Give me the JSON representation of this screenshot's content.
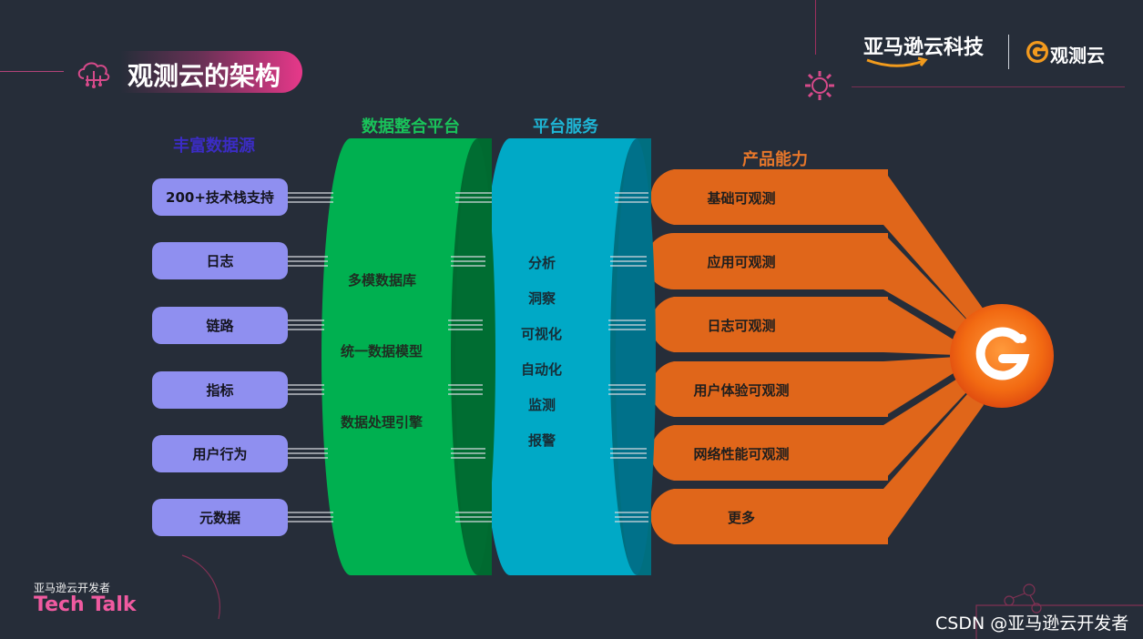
{
  "header": {
    "title": "观测云的架构",
    "brand_aws": "亚马逊云科技",
    "brand_gc": "观测云"
  },
  "labels": {
    "sources": "丰富数据源",
    "integration": "数据整合平台",
    "services": "平台服务",
    "capabilities": "产品能力"
  },
  "sources": [
    "200+技术栈支持",
    "日志",
    "链路",
    "指标",
    "用户行为",
    "元数据"
  ],
  "integration_items": [
    "多模数据库",
    "统一数据模型",
    "数据处理引擎"
  ],
  "service_items": [
    "分析",
    "洞察",
    "可视化",
    "自动化",
    "监测",
    "报警"
  ],
  "capabilities": [
    "基础可观测",
    "应用可观测",
    "日志可观测",
    "用户体验可观测",
    "网络性能可观测",
    "更多"
  ],
  "footer": {
    "small": "亚马逊云开发者",
    "big": "Tech Talk"
  },
  "watermark": "CSDN @亚马逊云开发者",
  "colors": {
    "background": "#262d39",
    "title_pink": "#e7388a",
    "source_purple": "#8f8ff0",
    "source_label": "#3b2cc4",
    "integration_green": "#00b050",
    "services_cyan": "#00a9c6",
    "capability_orange": "#e0661a"
  },
  "icons": [
    "cloud-network-icon",
    "gear-icon",
    "guance-logo-icon",
    "amazon-smile-icon"
  ]
}
